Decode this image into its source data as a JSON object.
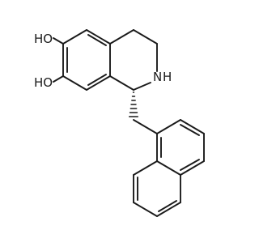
{
  "molecule": {
    "atom_labels": {
      "hydroxyl_top": "HO",
      "hydroxyl_bottom": "HO",
      "amine": "N",
      "amine_h": "H"
    },
    "stereo_bond": "hashed-wedge"
  }
}
